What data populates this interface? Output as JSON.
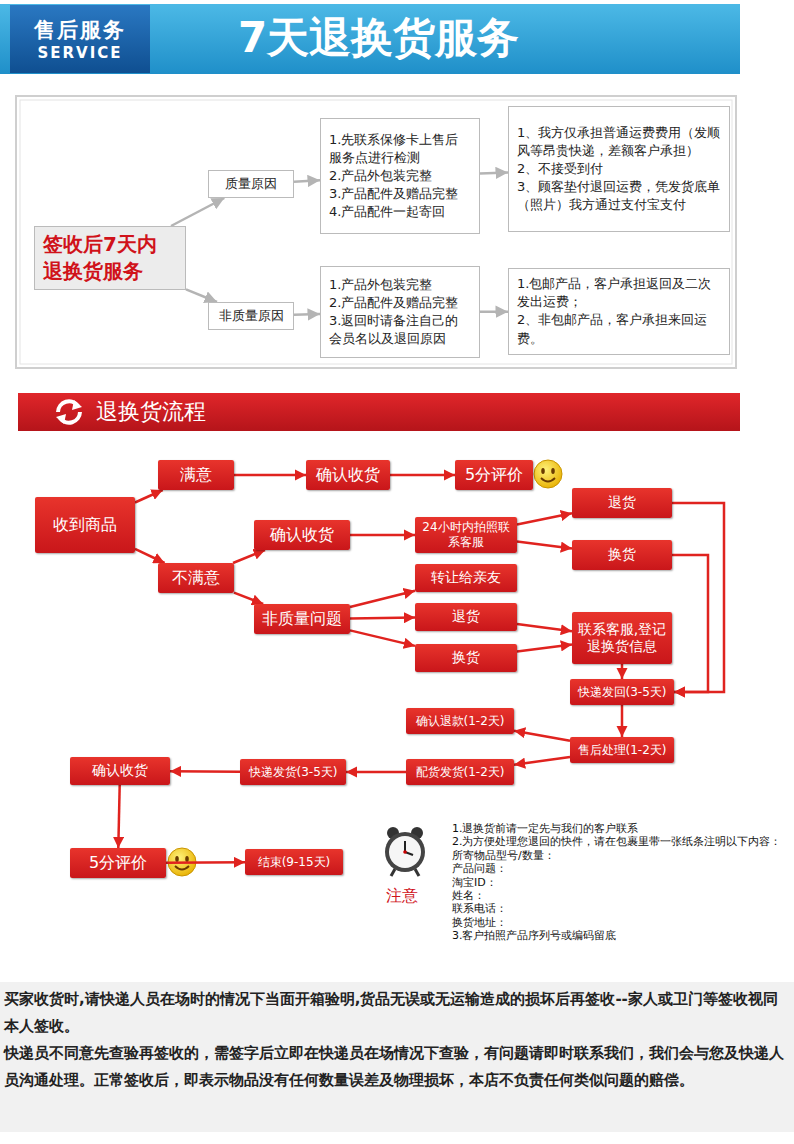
{
  "diagram": {
    "title": "7天退换货服务",
    "nodes": [
      {
        "text": [
          "售后服务",
          "SERVICE"
        ]
      },
      {
        "text": [
          "签收后7天内 退换货服务"
        ]
      },
      {
        "text": [
          "质量原因"
        ]
      },
      {
        "text": [
          "非质量原因"
        ]
      },
      {
        "text": [
          "1.先联系保修卡上售后服务点进行检测",
          "2.产品外包装完整",
          "3.产品配件及赠品完整",
          "4.产品配件一起寄回"
        ]
      },
      {
        "text": [
          "1、我方仅承担普通运费费用（发顺风等昂贵快递，差额客户承担）",
          "2、不接受到付",
          "3、顾客垫付退回运费，凭发货底单（照片）我方通过支付宝支付"
        ]
      },
      {
        "text": [
          "1.产品外包装完整",
          "2.产品配件及赠品完整",
          "3.返回时请备注自己的会员名以及退回原因"
        ]
      },
      {
        "text": [
          "1.包邮产品，客户承担返回及二次发出运费；",
          "2、非包邮产品，客户承担来回运费。"
        ]
      },
      {
        "text": [
          "退换货流程"
        ]
      },
      {
        "text": [
          "收到商品"
        ]
      },
      {
        "text": [
          "满意"
        ]
      },
      {
        "text": [
          "确认收货"
        ]
      },
      {
        "text": [
          "5分评价"
        ]
      },
      {
        "text": [
          "不满意"
        ]
      },
      {
        "text": [
          "确认收货"
        ]
      },
      {
        "text": [
          "24小时内拍照联系客服"
        ]
      },
      {
        "text": [
          "退货"
        ]
      },
      {
        "text": [
          "换货"
        ]
      },
      {
        "text": [
          "非质量问题"
        ]
      },
      {
        "text": [
          "转让给亲友"
        ]
      },
      {
        "text": [
          "退货"
        ]
      },
      {
        "text": [
          "换货"
        ]
      },
      {
        "text": [
          "联系客服,登记退换货信息"
        ]
      },
      {
        "text": [
          "快递发回(3-5天)"
        ]
      },
      {
        "text": [
          "售后处理(1-2天)"
        ]
      },
      {
        "text": [
          "确认退款(1-2天)"
        ]
      },
      {
        "text": [
          "配货发货(1-2天)"
        ]
      },
      {
        "text": [
          "快递发货(3-5天)"
        ]
      },
      {
        "text": [
          "确认收货"
        ]
      },
      {
        "text": [
          "5分评价"
        ]
      },
      {
        "text": [
          "结束(9-15天)"
        ]
      }
    ],
    "edges": [
      {
        "from": 1,
        "to": 2,
        "arrow": "to"
      },
      {
        "from": 1,
        "to": 3,
        "arrow": "to"
      },
      {
        "from": 2,
        "to": 4,
        "arrow": "to"
      },
      {
        "from": 3,
        "to": 6,
        "arrow": "to"
      },
      {
        "from": 4,
        "to": 5,
        "arrow": "to"
      },
      {
        "from": 6,
        "to": 7,
        "arrow": "to"
      },
      {
        "from": 9,
        "to": 10,
        "arrow": "to"
      },
      {
        "from": 10,
        "to": 11,
        "arrow": "to"
      },
      {
        "from": 11,
        "to": 12,
        "arrow": "to"
      },
      {
        "from": 9,
        "to": 13,
        "arrow": "to"
      },
      {
        "from": 13,
        "to": 14,
        "arrow": "to"
      },
      {
        "from": 14,
        "to": 15,
        "arrow": "to"
      },
      {
        "from": 15,
        "to": 16,
        "arrow": "to"
      },
      {
        "from": 15,
        "to": 17,
        "arrow": "to"
      },
      {
        "from": 13,
        "to": 18,
        "arrow": "to"
      },
      {
        "from": 18,
        "to": 19,
        "arrow": "to"
      },
      {
        "from": 18,
        "to": 20,
        "arrow": "to"
      },
      {
        "from": 18,
        "to": 21,
        "arrow": "to"
      },
      {
        "from": 20,
        "to": 22,
        "arrow": "to"
      },
      {
        "from": 21,
        "to": 22,
        "arrow": "to"
      },
      {
        "from": 16,
        "to": 23,
        "arrow": "to"
      },
      {
        "from": 17,
        "to": 23,
        "arrow": "to"
      },
      {
        "from": 22,
        "to": 23,
        "arrow": "to"
      },
      {
        "from": 23,
        "to": 24,
        "arrow": "to"
      },
      {
        "from": 24,
        "to": 25,
        "arrow": "to"
      },
      {
        "from": 24,
        "to": 26,
        "arrow": "to"
      },
      {
        "from": 26,
        "to": 27,
        "arrow": "to"
      },
      {
        "from": 27,
        "to": 28,
        "arrow": "to"
      },
      {
        "from": 28,
        "to": 29,
        "arrow": "to"
      },
      {
        "from": 29,
        "to": 30,
        "arrow": "to"
      }
    ],
    "labels": [
      "注意",
      "1.退换货前请一定先与我们的客户联系",
      "2.为方便处理您退回的快件，请在包裹里带一张纸条注明以下内容：",
      "所寄物品型号/数量：",
      "产品问题：",
      "淘宝ID：",
      "姓名：",
      "联系电话：",
      "换货地址：",
      "3.客户拍照产品序列号或编码留底",
      "买家收货时,请快递人员在场时的情况下当面开箱验明,货品无误或无运输造成的损坏后再签收--家人或卫门等签收视同本人签收。",
      "快递员不同意先查验再签收的，需签字后立即在快递员在场情况下查验，有问题请即时联系我们，我们会与您及快递人员沟通处理。正常签收后，即表示物品没有任何数量误差及物理损坏，本店不负责任何类似问题的赔偿。"
    ]
  }
}
